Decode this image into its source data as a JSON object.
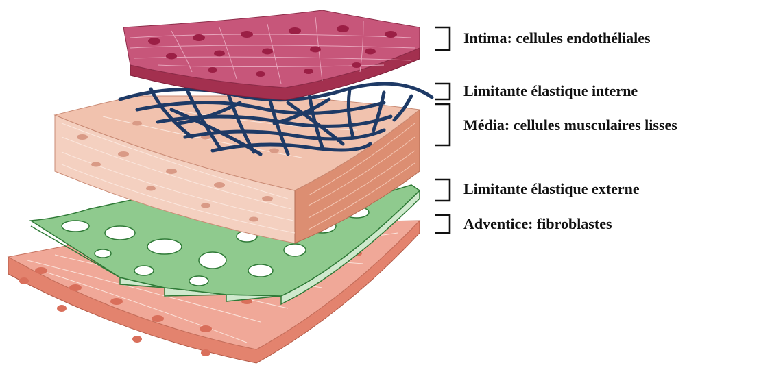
{
  "labels": {
    "intima": "Intima: cellules endothéliales",
    "lei": "Limitante élastique interne",
    "media": "Média: cellules musculaires lisses",
    "lee": "Limitante élastique externe",
    "adventice": "Adventice: fibroblastes"
  },
  "colors": {
    "intima": "#c7567a",
    "intima_dark": "#a3304f",
    "intima_nucleus": "#9b1f45",
    "elastic_internal": "#1e3a66",
    "media": "#f1c2ae",
    "media_side": "#dc8e72",
    "media_nucleus": "#d99a86",
    "elastic_external": "#8fca8e",
    "elastic_external_edge": "#2f7a37",
    "adventice": "#f0a898",
    "adventice_side": "#e3836e",
    "adventice_nucleus": "#d96f5b"
  }
}
